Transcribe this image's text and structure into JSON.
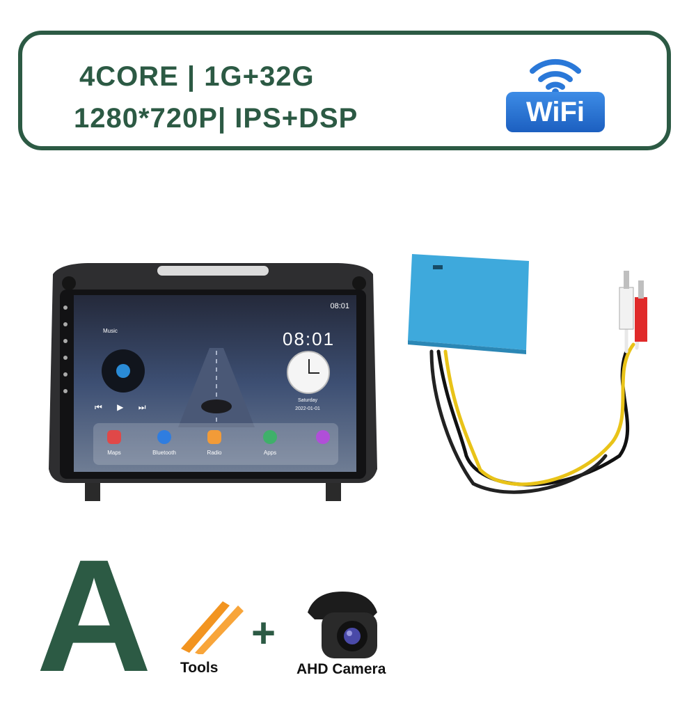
{
  "specs": {
    "line1": "4CORE | 1G+32G",
    "line2": "1280*720P| IPS+DSP",
    "badge_label": "WiFi",
    "badge_icon": "wifi-icon",
    "accent_color": "#2c5a44"
  },
  "screen": {
    "status_time": "08:01",
    "clock": "08:01",
    "music_label": "Music",
    "day": "Saturday",
    "date": "2022-01-01",
    "dock": [
      {
        "label": "Maps",
        "icon": "maps-icon",
        "color": "#e04848"
      },
      {
        "label": "Bluetooth",
        "icon": "bluetooth-icon",
        "color": "#2f7de0"
      },
      {
        "label": "Radio",
        "icon": "radio-icon",
        "color": "#f29b38"
      },
      {
        "label": "Apps",
        "icon": "apps-icon",
        "color": "#3fb06a"
      },
      {
        "label": "",
        "icon": "music-note-icon",
        "color": "#b04fd8"
      }
    ]
  },
  "variant": {
    "letter": "A",
    "tools_label": "Tools",
    "plus": "+",
    "camera_label": "AHD Camera"
  }
}
